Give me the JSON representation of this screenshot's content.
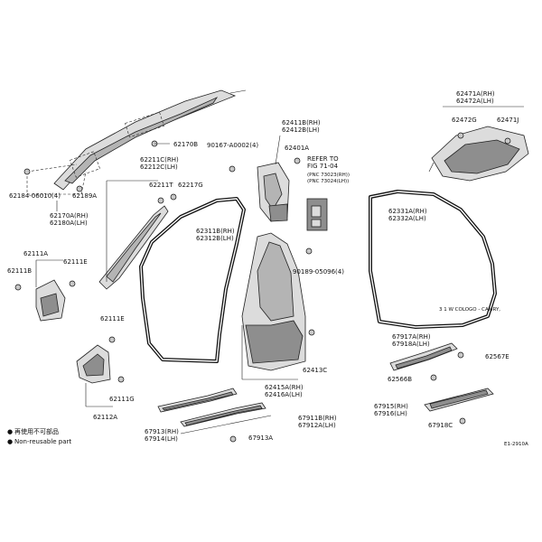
{
  "labels": {
    "p62471a": "62471A(RH)",
    "p62472a": "62472A(LH)",
    "p62472g": "62472G",
    "p62471j": "62471J",
    "p62411b": "62411B(RH)",
    "p62412b": "62412B(LH)",
    "p90167": "90167-A0002(4)",
    "p62401a": "62401A",
    "refer1": "REFER TO",
    "refer2": "FIG 71-04",
    "pnc1": "(PNC 73023(RH))",
    "pnc2": "(PNC 73024(LH))",
    "p62170b": "62170B",
    "p62211c": "62211C(RH)",
    "p62212c": "62212C(LH)",
    "p62211t": "62211T",
    "p62217g": "62217G",
    "p62184": "62184-06010(4)",
    "p62189a": "62189A",
    "p62170a": "62170A(RH)",
    "p62180a": "62180A(LH)",
    "p62311b": "62311B(RH)",
    "p62312b": "62312B(LH)",
    "p62331a": "62331A(RH)",
    "p62332a": "62332A(LH)",
    "p62111a": "62111A",
    "p62111b": "62111B",
    "p62111e1": "62111E",
    "p90189": "90189-05096(4)",
    "note_camry": "3 1 W COLOGO - CAMRY,",
    "p62111e2": "62111E",
    "p67917a": "67917A(RH)",
    "p67918a": "67918A(LH)",
    "p62567e": "62567E",
    "p62111g": "62111G",
    "p62112a": "62112A",
    "p62413c": "62413C",
    "p62415a": "62415A(RH)",
    "p62416a": "62416A(LH)",
    "p62566b": "62566B",
    "p67915": "67915(RH)",
    "p67916": "67916(LH)",
    "p67918c": "67918C",
    "p67911b": "67911B(RH)",
    "p67912a": "67912A(LH)",
    "p67913": "67913(RH)",
    "p67914": "67914(LH)",
    "p67913a": "67913A",
    "legend1": "再使用不可部品",
    "legend2": "Non-reusable part",
    "fig_code": "E1-2910A"
  }
}
